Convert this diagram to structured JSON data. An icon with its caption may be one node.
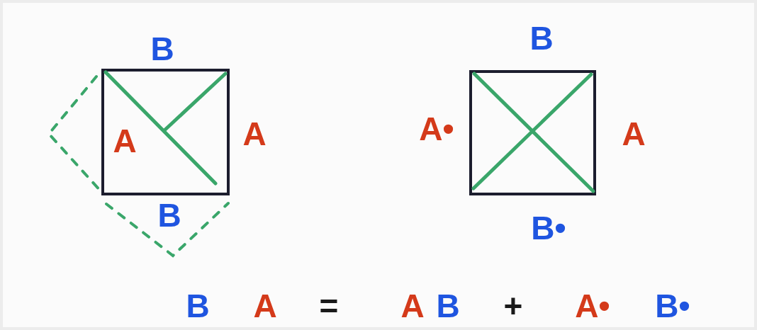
{
  "diagram": {
    "labels": [
      "B",
      "A",
      "A",
      "B",
      "B",
      "A•",
      "A",
      "B•",
      "B",
      "A",
      "=",
      "A",
      "B",
      "+",
      "A•",
      "B•"
    ]
  }
}
